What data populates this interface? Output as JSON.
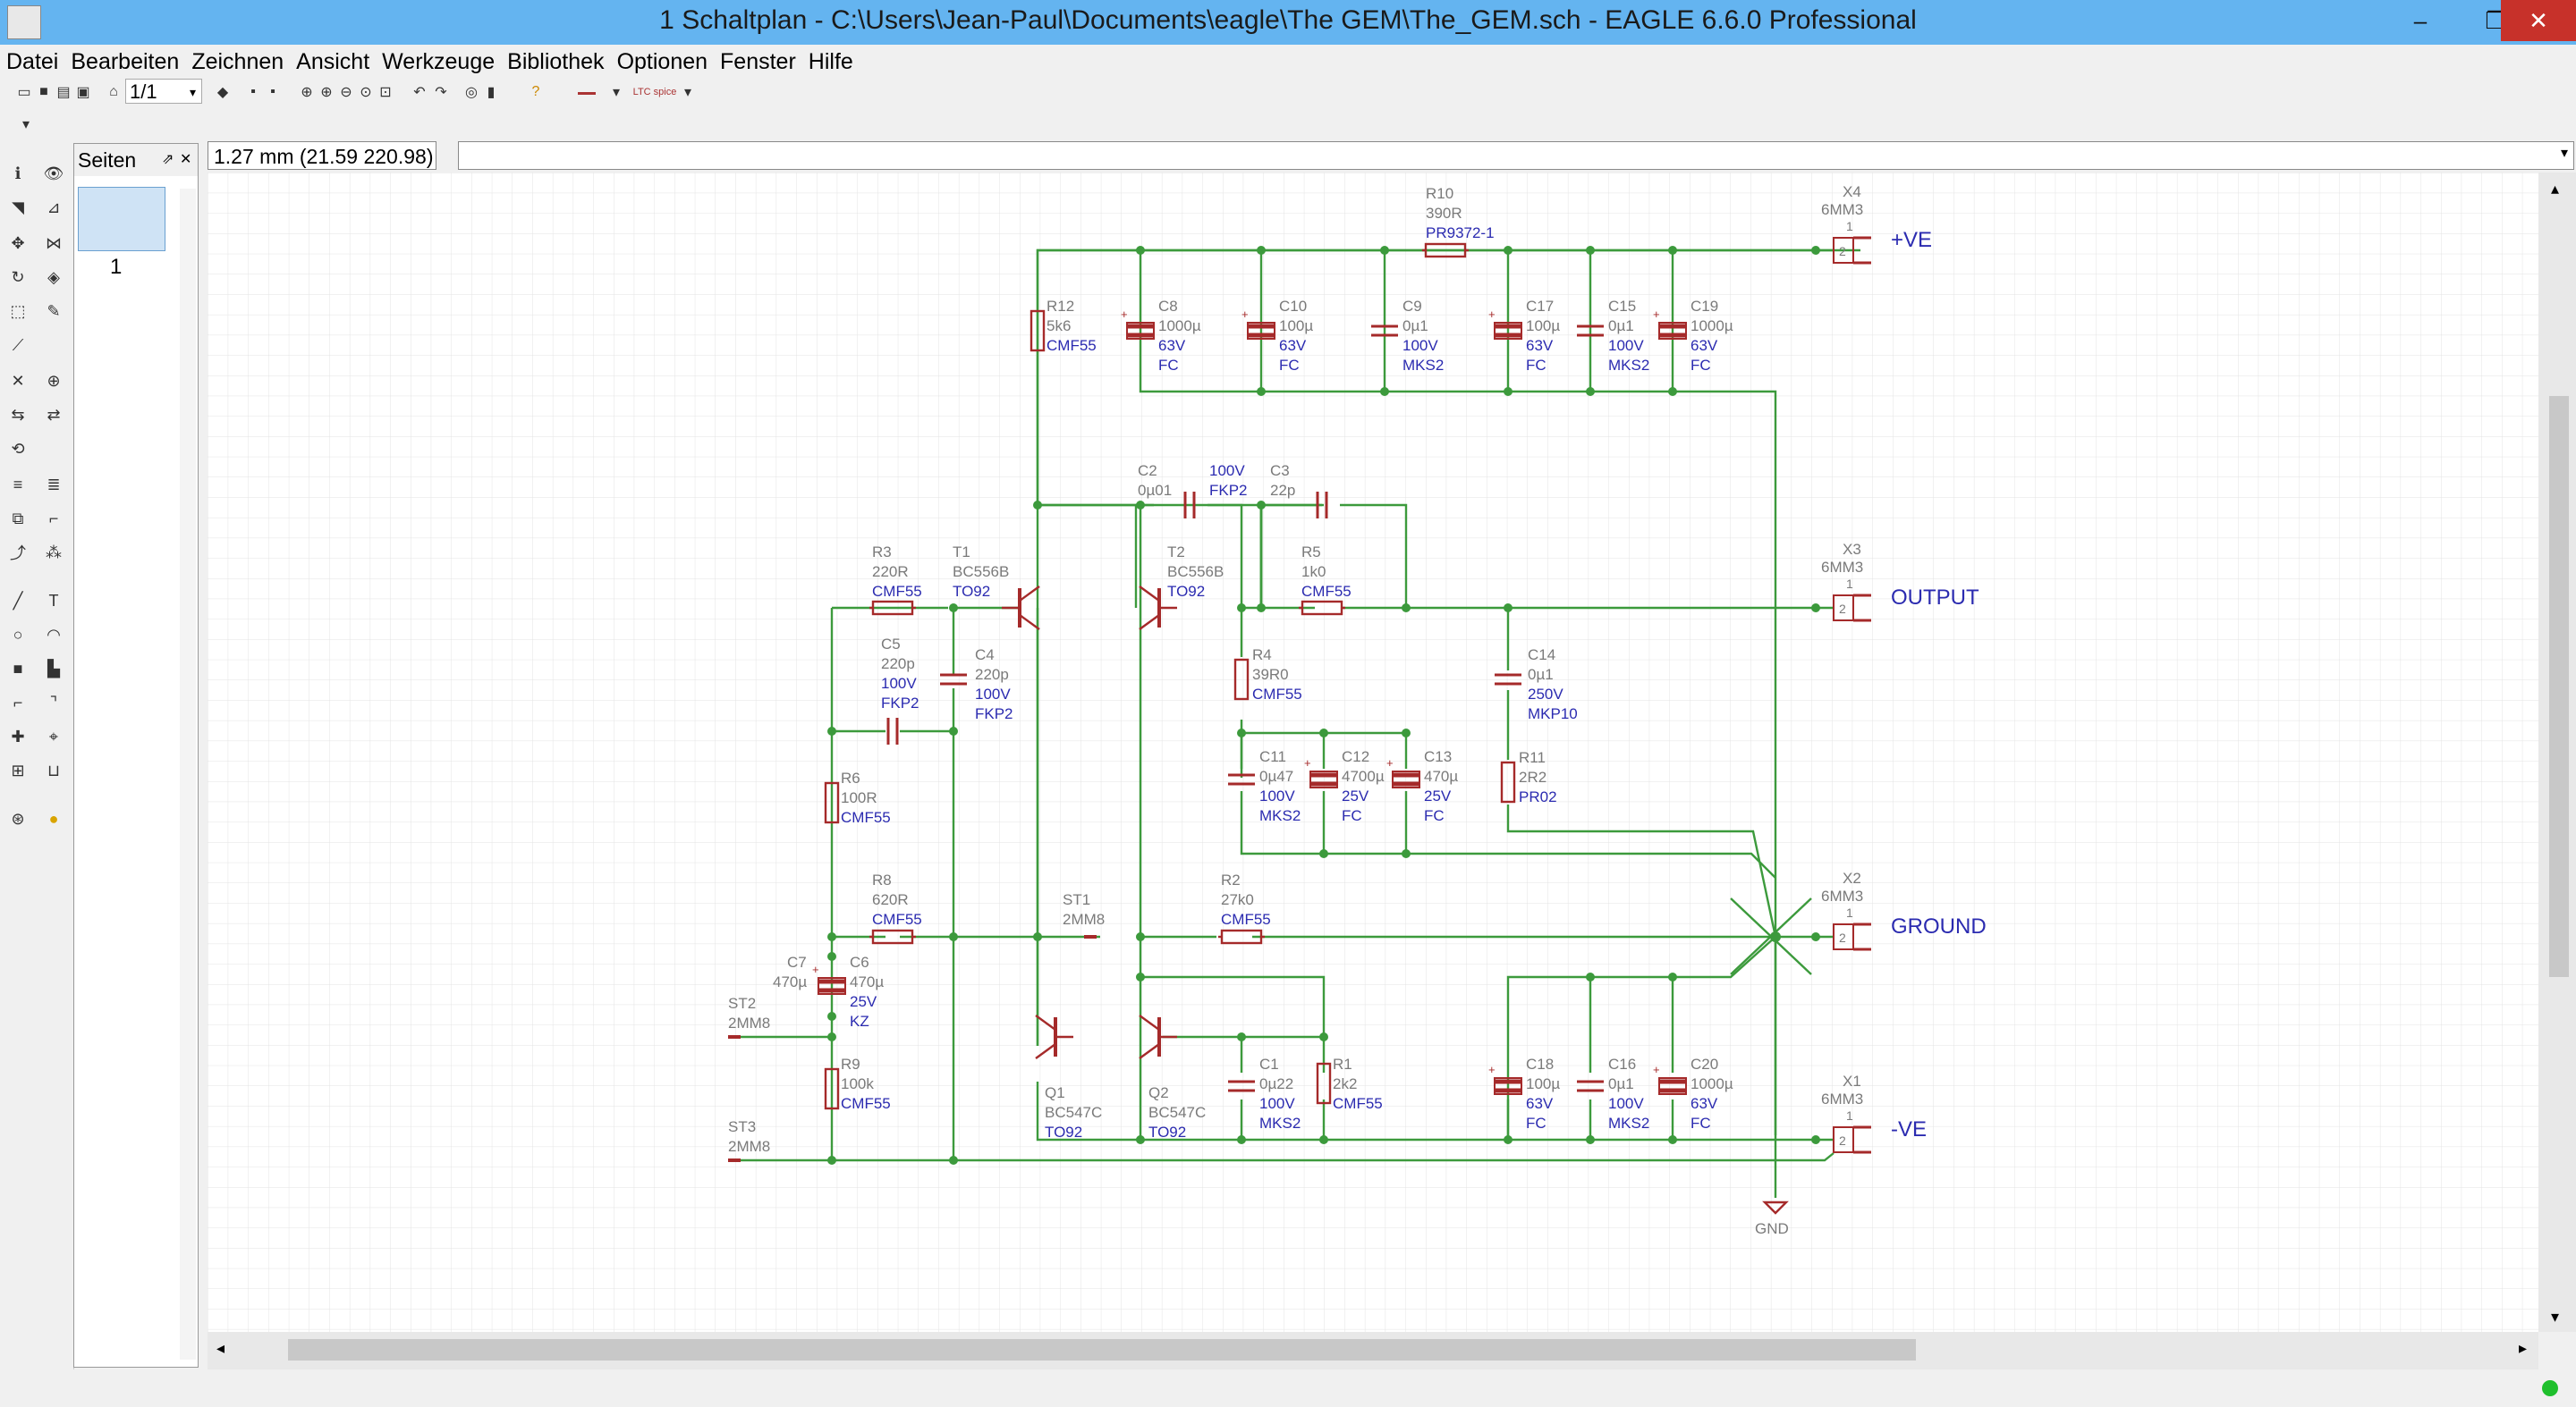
{
  "window": {
    "title": "1 Schaltplan - C:\\Users\\Jean-Paul\\Documents\\eagle\\The GEM\\The_GEM.sch - EAGLE 6.6.0 Professional",
    "controls": {
      "minimize": "–",
      "maximize": "❐",
      "close": "✕"
    }
  },
  "menu": [
    "Datei",
    "Bearbeiten",
    "Zeichnen",
    "Ansicht",
    "Werkzeuge",
    "Bibliothek",
    "Optionen",
    "Fenster",
    "Hilfe"
  ],
  "toolbar": {
    "zoom_value": "1/1",
    "help_label": "?",
    "ltc_label": "LTC spice"
  },
  "pages_panel": {
    "title": "Seiten",
    "pin": "⇗",
    "close": "✕",
    "page_number": "1"
  },
  "coords": "1.27 mm (21.59 220.98)",
  "colors": {
    "wire": "#3c9a3c",
    "part": "#a52a2a",
    "name_text": "#7a7a7a",
    "value_text": "#2b2bb0",
    "net_text": "#2b2bb0"
  },
  "schematic": {
    "net_labels": {
      "vp": "+VE",
      "out": "OUTPUT",
      "gnd": "GROUND",
      "vm": "-VE",
      "gnd_symbol": "GND"
    },
    "connectors": [
      {
        "name": "X4",
        "value": "6MM3",
        "pin_top": "1",
        "pin": "2"
      },
      {
        "name": "X3",
        "value": "6MM3",
        "pin_top": "1",
        "pin": "2"
      },
      {
        "name": "X2",
        "value": "6MM3",
        "pin_top": "1",
        "pin": "2"
      },
      {
        "name": "X1",
        "value": "6MM3",
        "pin_top": "1",
        "pin": "2"
      }
    ],
    "resistors": {
      "R10": {
        "name": "R10",
        "value": "390R",
        "pkg": "PR9372-1"
      },
      "R12": {
        "name": "R12",
        "value": "5k6",
        "pkg": "CMF55"
      },
      "R3": {
        "name": "R3",
        "value": "220R",
        "pkg": "CMF55"
      },
      "R5": {
        "name": "R5",
        "value": "1k0",
        "pkg": "CMF55"
      },
      "R4": {
        "name": "R4",
        "value": "39R0",
        "pkg": "CMF55"
      },
      "R6": {
        "name": "R6",
        "value": "100R",
        "pkg": "CMF55"
      },
      "R8": {
        "name": "R8",
        "value": "620R",
        "pkg": "CMF55"
      },
      "R2": {
        "name": "R2",
        "value": "27k0",
        "pkg": "CMF55"
      },
      "R9": {
        "name": "R9",
        "value": "100k",
        "pkg": "CMF55"
      },
      "R1": {
        "name": "R1",
        "value": "2k2",
        "pkg": "CMF55"
      },
      "R11": {
        "name": "R11",
        "value": "2R2",
        "pkg": "PR02"
      }
    },
    "caps_top": [
      {
        "name": "C8",
        "value": "1000µ",
        "volt": "63V",
        "type": "FC"
      },
      {
        "name": "C10",
        "value": "100µ",
        "volt": "63V",
        "type": "FC"
      },
      {
        "name": "C9",
        "value": "0µ1",
        "volt": "100V",
        "type": "MKS2"
      },
      {
        "name": "C17",
        "value": "100µ",
        "volt": "63V",
        "type": "FC"
      },
      {
        "name": "C15",
        "value": "0µ1",
        "volt": "100V",
        "type": "MKS2"
      },
      {
        "name": "C19",
        "value": "1000µ",
        "volt": "63V",
        "type": "FC"
      }
    ],
    "caps_bottom": [
      {
        "name": "C18",
        "value": "100µ",
        "volt": "63V",
        "type": "FC"
      },
      {
        "name": "C16",
        "value": "0µ1",
        "volt": "100V",
        "type": "MKS2"
      },
      {
        "name": "C20",
        "value": "1000µ",
        "volt": "63V",
        "type": "FC"
      }
    ],
    "caps_mid": [
      {
        "name": "C11",
        "value": "0µ47",
        "volt": "100V",
        "type": "MKS2"
      },
      {
        "name": "C12",
        "value": "4700µ",
        "volt": "25V",
        "type": "FC"
      },
      {
        "name": "C13",
        "value": "470µ",
        "volt": "25V",
        "type": "FC"
      }
    ],
    "C2": {
      "name": "C2",
      "value": "0µ01",
      "volt": "100V",
      "type": "FKP2"
    },
    "C3": {
      "name": "C3",
      "value": "22p"
    },
    "C5": {
      "name": "C5",
      "value": "220p",
      "volt": "100V",
      "type": "FKP2"
    },
    "C4": {
      "name": "C4",
      "value": "220p",
      "volt": "100V",
      "type": "FKP2"
    },
    "C14": {
      "name": "C14",
      "value": "0µ1",
      "volt": "250V",
      "type": "MKP10"
    },
    "C1": {
      "name": "C1",
      "value": "0µ22",
      "volt": "100V",
      "type": "MKS2"
    },
    "C6": {
      "name": "C6",
      "value": "470µ",
      "volt": "25V",
      "type": "KZ"
    },
    "C7": {
      "name": "C7",
      "value": "470µ"
    },
    "T1": {
      "name": "T1",
      "value": "BC556B",
      "pkg": "TO92"
    },
    "T2": {
      "name": "T2",
      "value": "BC556B",
      "pkg": "TO92"
    },
    "Q1": {
      "name": "Q1",
      "value": "BC547C",
      "pkg": "TO92"
    },
    "Q2": {
      "name": "Q2",
      "value": "BC547C",
      "pkg": "TO92"
    },
    "ST1": {
      "name": "ST1",
      "value": "2MM8"
    },
    "ST2": {
      "name": "ST2",
      "value": "2MM8"
    },
    "ST3": {
      "name": "ST3",
      "value": "2MM8"
    }
  }
}
